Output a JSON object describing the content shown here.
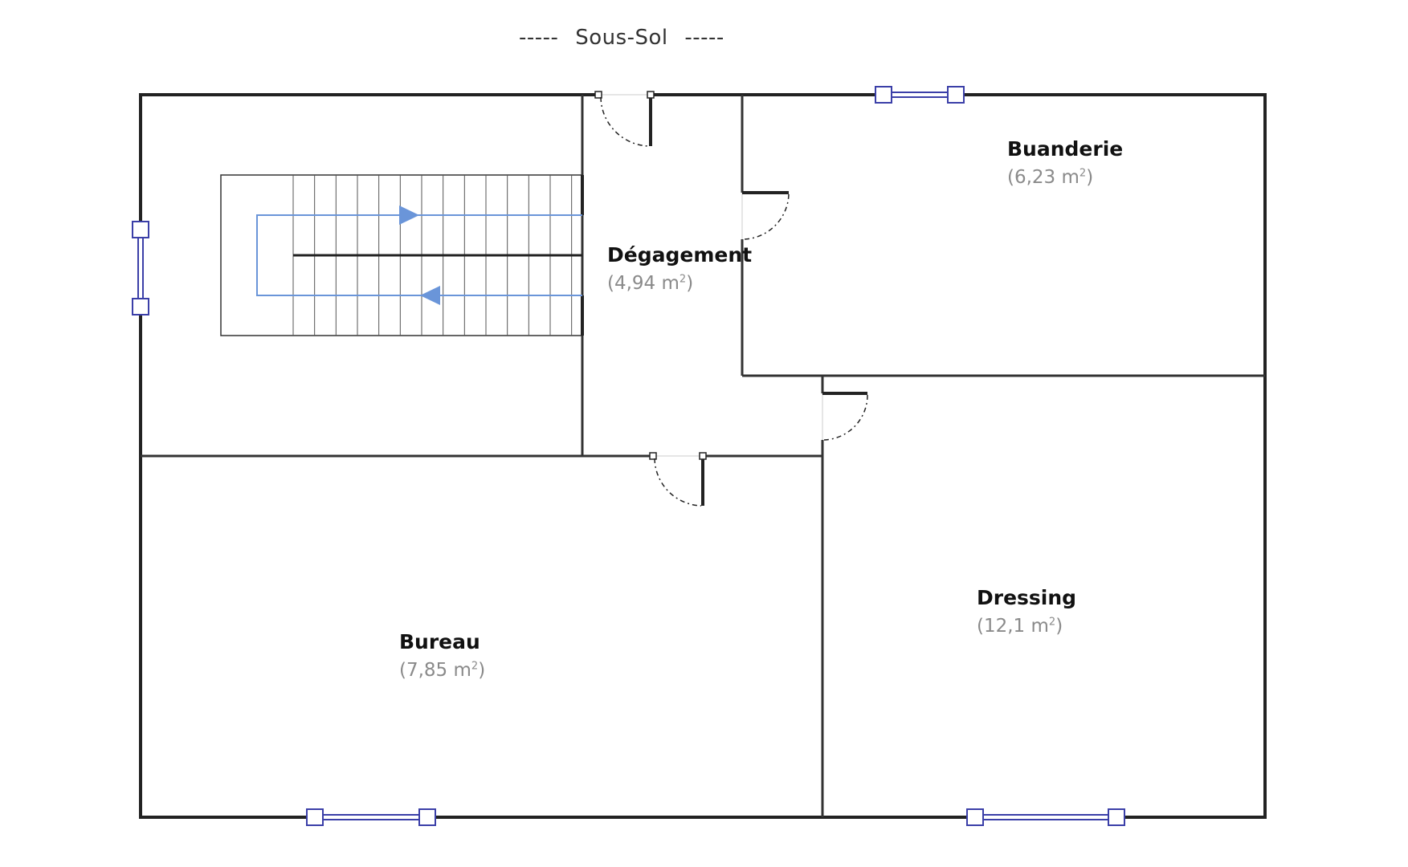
{
  "plan": {
    "level_title": "Sous-Sol",
    "title_dash": "-----",
    "unit_superscript": "2",
    "colors": {
      "wall": "#222222",
      "window": "#3b3fa8",
      "stair_arrow": "#6a95d9",
      "door": "#222222",
      "room_area_text": "#8a8a8a"
    },
    "rooms": {
      "degagement": {
        "name": "Dégagement",
        "area_prefix": "(4,94 m",
        "area_suffix": ")"
      },
      "buanderie": {
        "name": "Buanderie",
        "area_prefix": "(6,23 m",
        "area_suffix": ")"
      },
      "bureau": {
        "name": "Bureau",
        "area_prefix": "(7,85 m",
        "area_suffix": ")"
      },
      "dressing": {
        "name": "Dressing",
        "area_prefix": "(12,1 m",
        "area_suffix": ")"
      }
    }
  }
}
